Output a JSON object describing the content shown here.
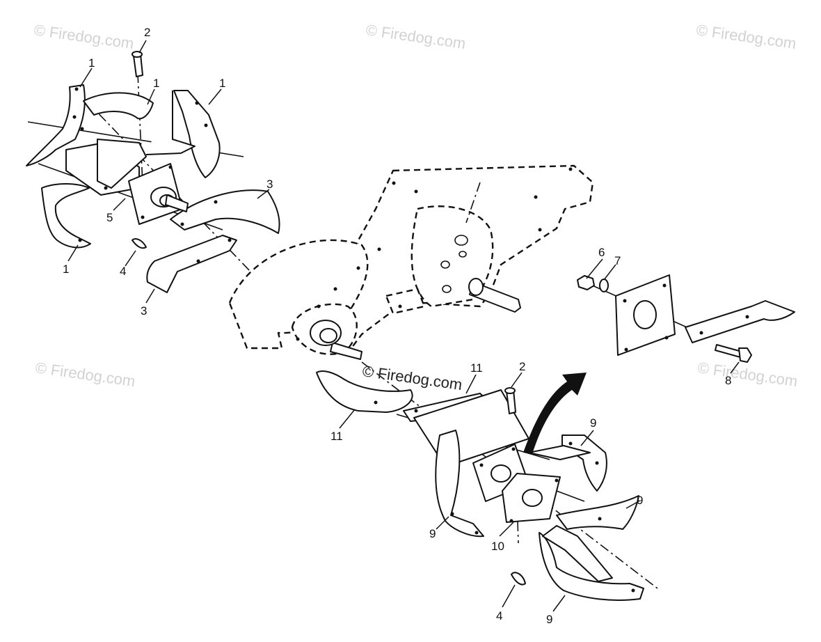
{
  "watermarks": {
    "top_left": "© Firedog.com",
    "top_center": "© Firedog.com",
    "top_right": "© Firedog.com",
    "mid_left": "© Firedog.com",
    "mid_right": "© Firedog.com",
    "center": "© Firedog.com"
  },
  "callouts": [
    {
      "id": "c1",
      "num": "2"
    },
    {
      "id": "c2",
      "num": "1"
    },
    {
      "id": "c3",
      "num": "1"
    },
    {
      "id": "c4",
      "num": "1"
    },
    {
      "id": "c5",
      "num": "3"
    },
    {
      "id": "c6",
      "num": "5"
    },
    {
      "id": "c7",
      "num": "4"
    },
    {
      "id": "c8",
      "num": "1"
    },
    {
      "id": "c9",
      "num": "3"
    },
    {
      "id": "c10",
      "num": "6"
    },
    {
      "id": "c11",
      "num": "7"
    },
    {
      "id": "c12",
      "num": "8"
    },
    {
      "id": "c13",
      "num": "11"
    },
    {
      "id": "c14",
      "num": "2"
    },
    {
      "id": "c15",
      "num": "11"
    },
    {
      "id": "c16",
      "num": "9"
    },
    {
      "id": "c17",
      "num": "9"
    },
    {
      "id": "c18",
      "num": "9"
    },
    {
      "id": "c19",
      "num": "10"
    },
    {
      "id": "c20",
      "num": "4"
    },
    {
      "id": "c21",
      "num": "9"
    }
  ],
  "colors": {
    "line": "#111111",
    "watermark": "#d2d2d2",
    "background": "#ffffff"
  }
}
